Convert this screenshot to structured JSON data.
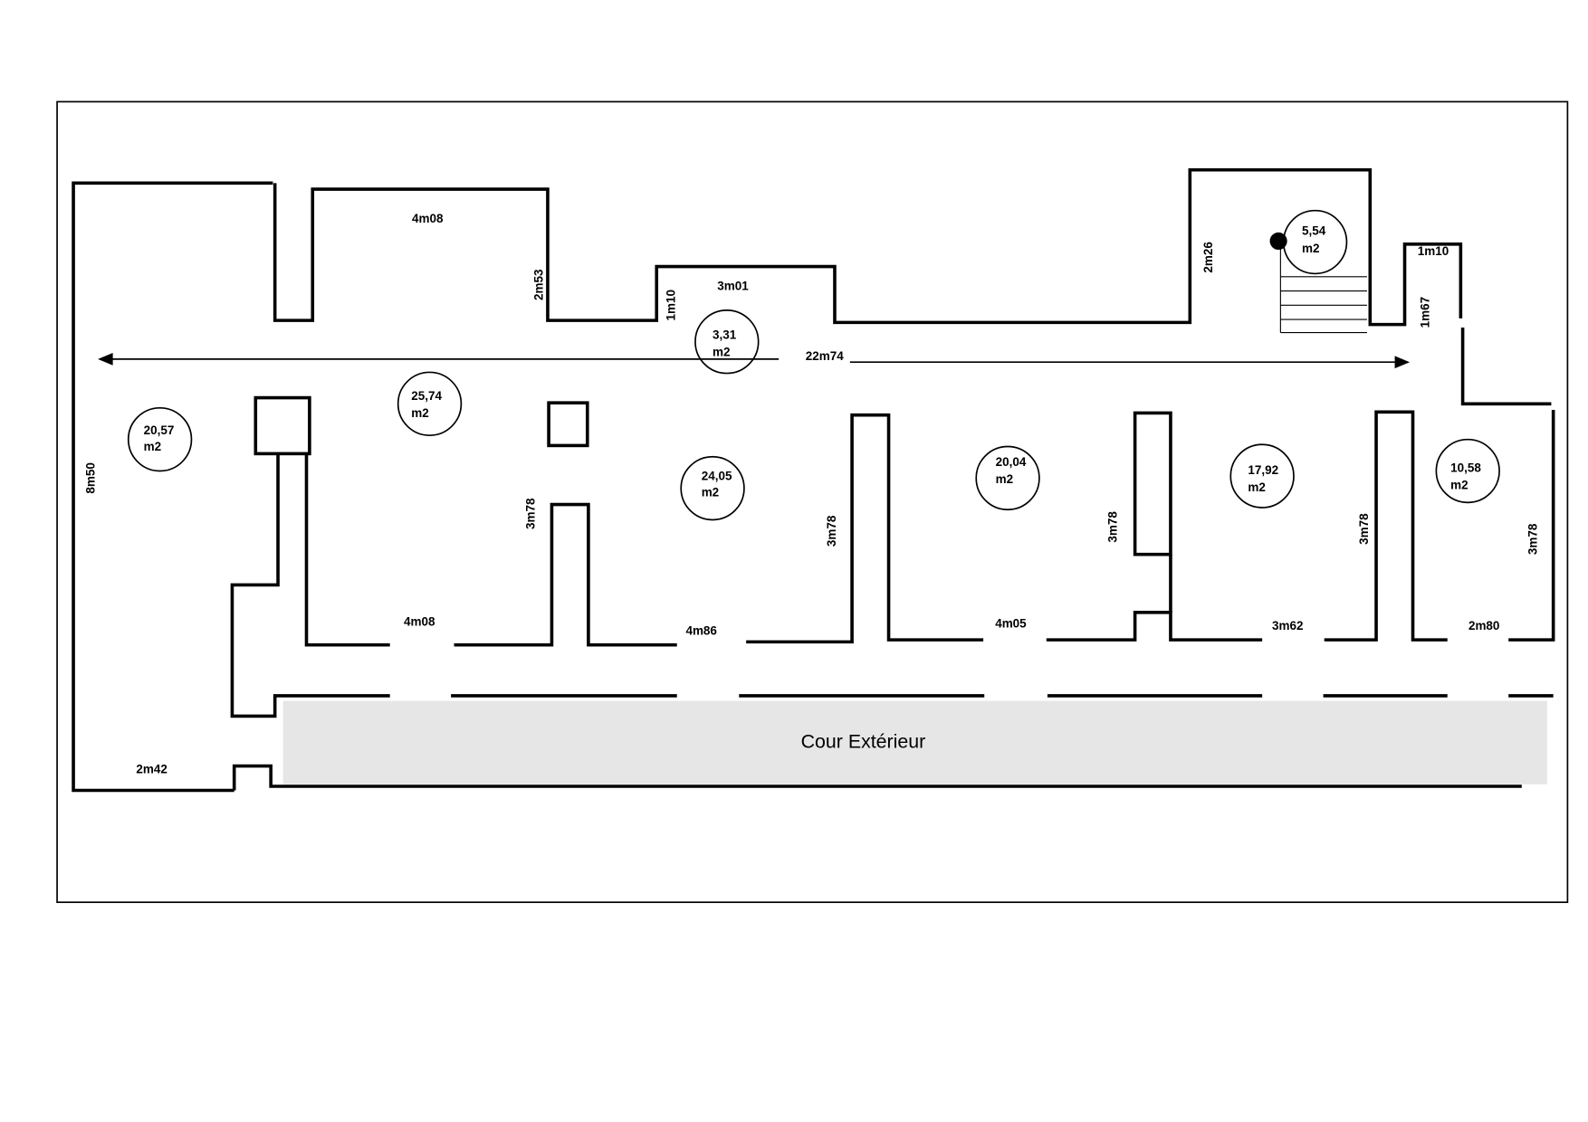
{
  "plan": {
    "courtyard_label": "Cour Extérieur",
    "overall_length": "22m74",
    "dimensions": {
      "top_4m08": "4m08",
      "top_2m53": "2m53",
      "top_1m10": "1m10",
      "top_3m01": "3m01",
      "top_2m26": "2m26",
      "top_1m10_right": "1m10",
      "top_1m67": "1m67",
      "left_8m50": "8m50",
      "bottom_2m42": "2m42",
      "room_4m08": "4m08",
      "room_4m86": "4m86",
      "room_4m05": "4m05",
      "room_3m62": "3m62",
      "room_2m80": "2m80",
      "wall_3m78_a": "3m78",
      "wall_3m78_b": "3m78",
      "wall_3m78_c": "3m78",
      "wall_3m78_d": "3m78",
      "wall_3m78_e": "3m78"
    },
    "areas": [
      {
        "value": "20,57",
        "unit": "m2"
      },
      {
        "value": "25,74",
        "unit": "m2"
      },
      {
        "value": "3,31",
        "unit": "m2"
      },
      {
        "value": "24,05",
        "unit": "m2"
      },
      {
        "value": "20,04",
        "unit": "m2"
      },
      {
        "value": "17,92",
        "unit": "m2"
      },
      {
        "value": "10,58",
        "unit": "m2"
      },
      {
        "value": "5,54",
        "unit": "m2"
      }
    ],
    "courtyard_color": "#e6e6e6"
  }
}
